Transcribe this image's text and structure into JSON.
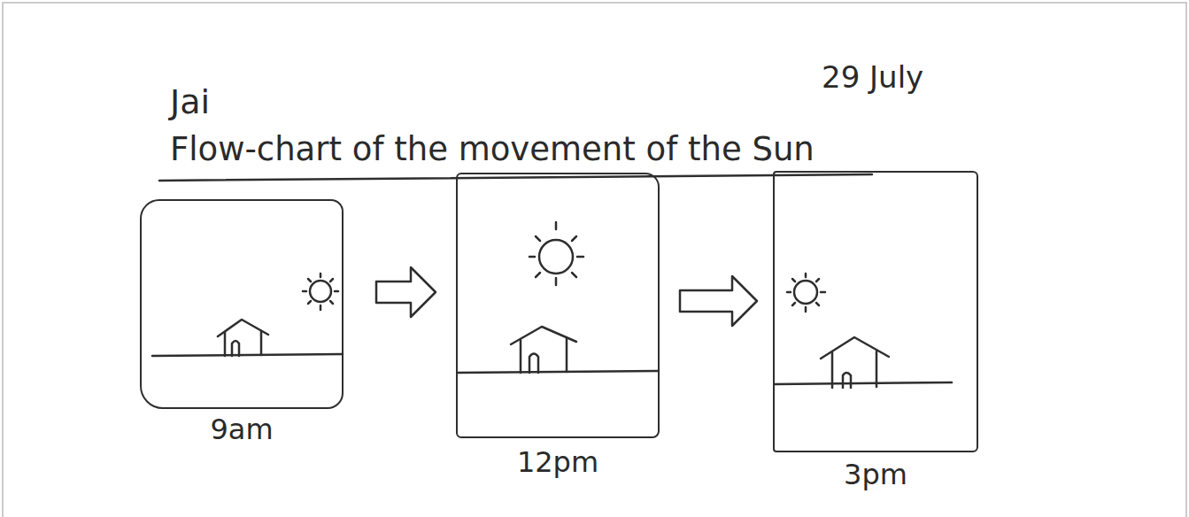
{
  "diagram": {
    "title": "Flow-chart of the movement of the Sun",
    "nodes": [
      {
        "text": [
          "9am"
        ]
      },
      {
        "text": [
          "12pm"
        ]
      },
      {
        "text": [
          "3pm"
        ]
      }
    ],
    "edges": [
      {
        "from": 0,
        "to": 1,
        "arrow": "to"
      },
      {
        "from": 1,
        "to": 2,
        "arrow": "to"
      }
    ],
    "labels": [
      "Jai",
      "29 July"
    ]
  }
}
